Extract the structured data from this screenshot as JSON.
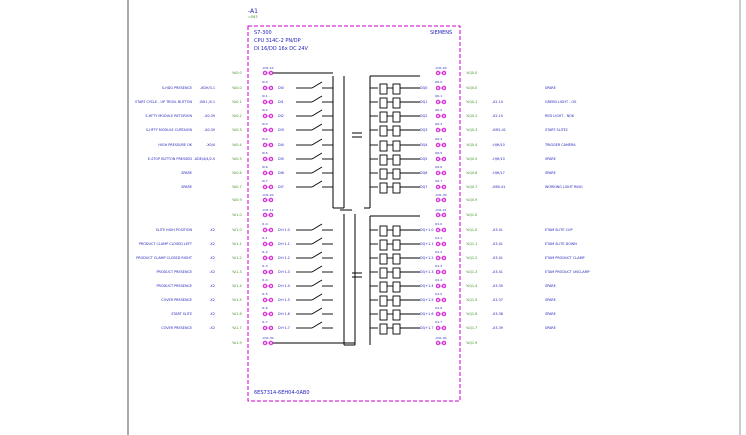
{
  "device": {
    "tag": "-A1",
    "tag_sub": "=S63",
    "model": "S7-300",
    "cpu": "CPU 314C-2 PN/DP",
    "io_spec": "DI 16/DO 16x DC 24V",
    "brand": "SIEMENS",
    "order_number": "6ES7314-6EH04-0AB0"
  },
  "inputs_top": [
    {
      "desc": "S-HDG PRESENCE",
      "ref": "-XDH/3.1",
      "pin": "DI0",
      "addr": "%I0.0",
      "term": "I0.0"
    },
    {
      "desc": "START CYCLE - UP TRON. BUTTON",
      "ref": "-BH1 /4.1",
      "pin": "DI1",
      "addr": "%I0.1",
      "term": "I0.1"
    },
    {
      "desc": "S-HFTY MODULE RETORION",
      "ref": "-X0.39",
      "pin": "DI2",
      "addr": "%I0.2",
      "term": "I0.2"
    },
    {
      "desc": "S-HFTY MODULE CURTAION",
      "ref": "-X0.39",
      "pin": "DI3",
      "addr": "%I0.3",
      "term": "I0.3"
    },
    {
      "desc": "HIGH PRESSURE OK",
      "ref": "-X0/4",
      "pin": "DI4",
      "addr": "%I0.4",
      "term": "I0.4"
    },
    {
      "desc": "E-STOP BUTTON PRESSED",
      "ref": "-XDE/4/4/2.0",
      "pin": "DI5",
      "addr": "%I0.5",
      "term": "I0.5"
    },
    {
      "desc": "SPARE",
      "ref": "",
      "pin": "DI6",
      "addr": "%I0.6",
      "term": "I0.6"
    },
    {
      "desc": "SPARE",
      "ref": "",
      "pin": "DI7",
      "addr": "%I0.7",
      "term": "I0.7"
    }
  ],
  "inputs_bottom": [
    {
      "desc": "SLITE HIGH POSITION",
      "ref": "-X2",
      "pin": "DI+1.0",
      "addr": "%I1.0",
      "term": "I1.0"
    },
    {
      "desc": "PRODUCT CLAMP CLOSED LEFT",
      "ref": "-X2",
      "pin": "DI+1.1",
      "addr": "%I1.1",
      "term": "I1.1"
    },
    {
      "desc": "PRODUCT CLAMP CLOSED RIGHT",
      "ref": "-X2",
      "pin": "DI+1.2",
      "addr": "%I1.2",
      "term": "I1.2"
    },
    {
      "desc": "PRODUCT PRESENCE",
      "ref": "-X2",
      "pin": "DI+1.3",
      "addr": "%I1.3",
      "term": "I1.3"
    },
    {
      "desc": "PRODUCT PRESENCE",
      "ref": "-X2",
      "pin": "DI+1.4",
      "addr": "%I1.4",
      "term": "I1.4"
    },
    {
      "desc": "COVER PRESENCE",
      "ref": "-X2",
      "pin": "DI+1.5",
      "addr": "%I1.5",
      "term": "I1.5"
    },
    {
      "desc": "START SLITE",
      "ref": "-X2",
      "pin": "DI+1.6",
      "addr": "%I1.6",
      "term": "I1.6"
    },
    {
      "desc": "COVER PRESENCE",
      "ref": "-X2",
      "pin": "DI+1.7",
      "addr": "%I1.7",
      "term": "I1.7"
    }
  ],
  "outputs_top": [
    {
      "pin": "DQ0",
      "addr": "%Q0.0",
      "ref": "",
      "desc": "SPARE",
      "term": "Q0.0"
    },
    {
      "pin": "DQ1",
      "addr": "%Q0.1",
      "ref": "-X2.10",
      "desc": "GREEN LIGHT - OK",
      "term": "Q0.1"
    },
    {
      "pin": "DQ2",
      "addr": "%Q0.2",
      "ref": "-X2.10",
      "desc": "RED LIGHT - NOK",
      "term": "Q0.2"
    },
    {
      "pin": "DQ3",
      "addr": "%Q0.3",
      "ref": "-KM1.41",
      "desc": "START SLITEC",
      "term": "Q0.3"
    },
    {
      "pin": "DQ4",
      "addr": "%Q0.4",
      "ref": "-HJH/10",
      "desc": "TRIGGER CAMERA",
      "term": "Q0.4"
    },
    {
      "pin": "DQ5",
      "addr": "%Q0.5",
      "ref": "-HJH/10",
      "desc": "SPARE",
      "term": "Q0.5"
    },
    {
      "pin": "DQ6",
      "addr": "%Q0.6",
      "ref": "-HJH/17",
      "desc": "SPARE",
      "term": "Q0.6"
    },
    {
      "pin": "DQ7",
      "addr": "%Q0.7",
      "ref": "-KB0.41",
      "desc": "WORKING LIGHT RING",
      "term": "Q0.7"
    }
  ],
  "outputs_bottom": [
    {
      "pin": "DQ+1.0",
      "addr": "%Q1.0",
      "ref": "-X3.41",
      "desc": "ETAM SLITE CUP",
      "term": "Q1.0"
    },
    {
      "pin": "DQ+1.1",
      "addr": "%Q1.1",
      "ref": "-X3.41",
      "desc": "ETAM SLITE DOWN",
      "term": "Q1.1"
    },
    {
      "pin": "DQ+1.2",
      "addr": "%Q1.2",
      "ref": "-X3.41",
      "desc": "ETAM PRODUCT CLAMP",
      "term": "Q1.2"
    },
    {
      "pin": "DQ+1.3",
      "addr": "%Q1.3",
      "ref": "-X3.41",
      "desc": "ETAM PRODUCT UNCLAMP",
      "term": "Q1.3"
    },
    {
      "pin": "DQ+1.4",
      "addr": "%Q1.4",
      "ref": "-X3.35",
      "desc": "SPARE",
      "term": "Q1.4"
    },
    {
      "pin": "DQ+1.5",
      "addr": "%Q1.5",
      "ref": "-X3.37",
      "desc": "SPARE",
      "term": "Q1.5"
    },
    {
      "pin": "DQ+1.6",
      "addr": "%Q1.6",
      "ref": "-X3.38",
      "desc": "SPARE",
      "term": "Q1.6"
    },
    {
      "pin": "DQ+1.7",
      "addr": "%Q1.7",
      "ref": "-X3.39",
      "desc": "SPARE",
      "term": "Q1.7"
    }
  ],
  "supply": {
    "top": {
      "term_left": "-X31.10",
      "addr_left": "%I0.0",
      "term_right": "-X31.20",
      "addr_right": "%Q0.0"
    },
    "mid_upper": {
      "term_left": "-X31.20",
      "addr_left": "%I0.9",
      "term_right": "-X31.30",
      "addr_right": "%Q0.9"
    },
    "mid_lower": {
      "term_left": "-X31.11",
      "addr_left": "%I1.0",
      "term_right": "-X31.21",
      "addr_right": "%Q1.0"
    },
    "bottom": {
      "term_left": "-X31.30",
      "addr_left": "%I1.9",
      "term_right": "-X31.40",
      "addr_right": "%Q1.9"
    }
  },
  "colors": {
    "box": "#cc00cc",
    "text_blue": "#1f1fb8",
    "addr_green": "#3f8f1f",
    "wire": "#000000",
    "sheet_line": "#555555"
  }
}
